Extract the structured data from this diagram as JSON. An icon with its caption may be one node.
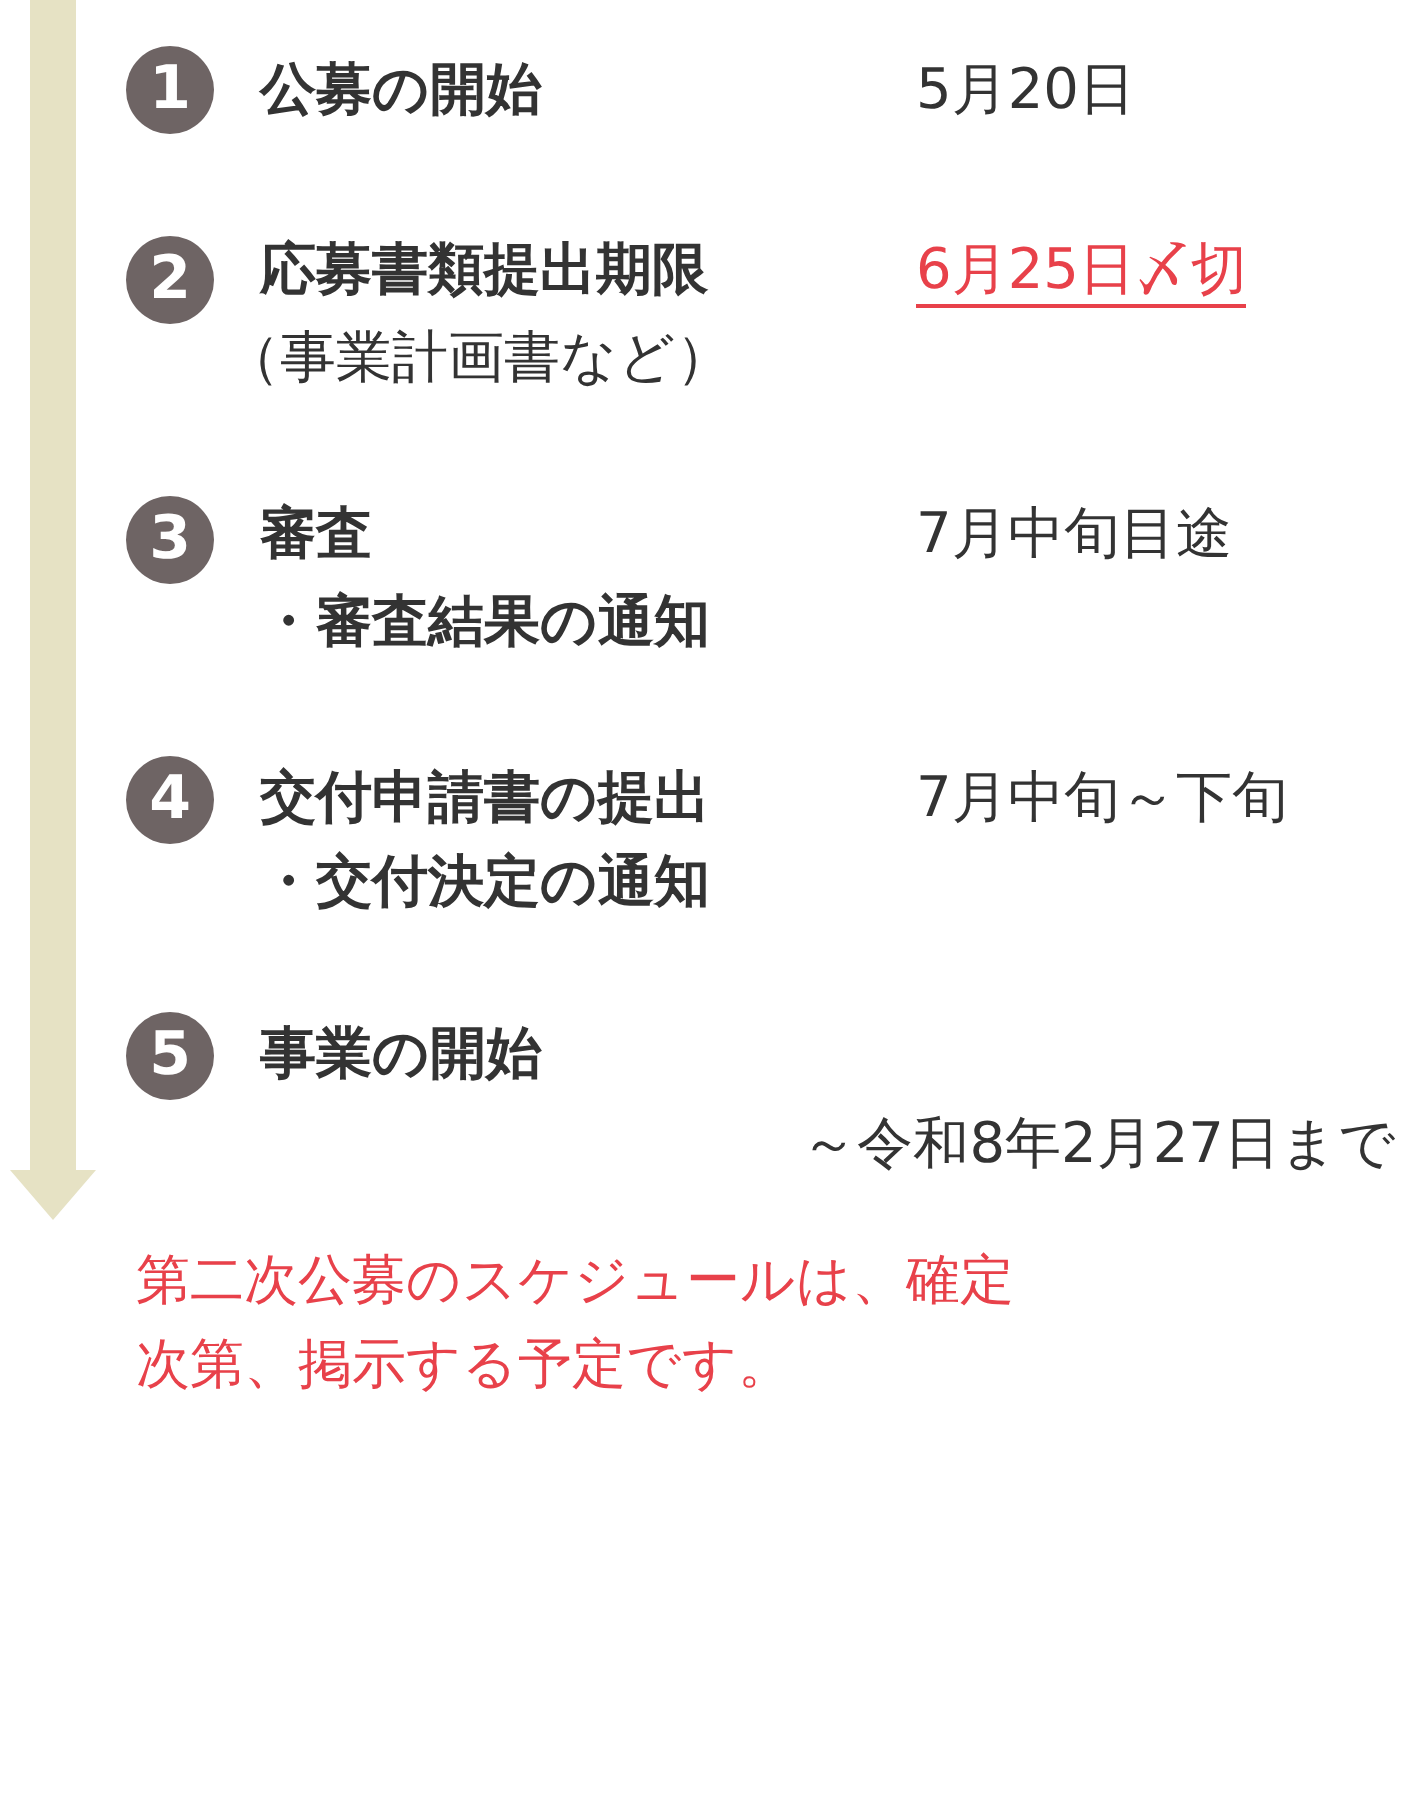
{
  "diagram": {
    "nodes": [
      {
        "text": [
          "1"
        ],
        "beside": [
          "公募の開始"
        ]
      },
      {
        "text": [
          "2"
        ],
        "beside": [
          "応募書類提出期限",
          "（事業計画書など）"
        ]
      },
      {
        "text": [
          "3"
        ],
        "beside": [
          "審査",
          "・審査結果の通知"
        ]
      },
      {
        "text": [
          "4"
        ],
        "beside": [
          "交付申請書の提出",
          "・交付決定の通知"
        ]
      },
      {
        "text": [
          "5"
        ],
        "beside": [
          "事業の開始"
        ]
      }
    ],
    "labels": [
      "5月20日",
      "6月25日〆切",
      "7月中旬目途",
      "7月中旬～下旬",
      "～令和8年2月27日まで",
      "第二次公募のスケジュールは、確定次第、掲示する予定です。"
    ]
  }
}
